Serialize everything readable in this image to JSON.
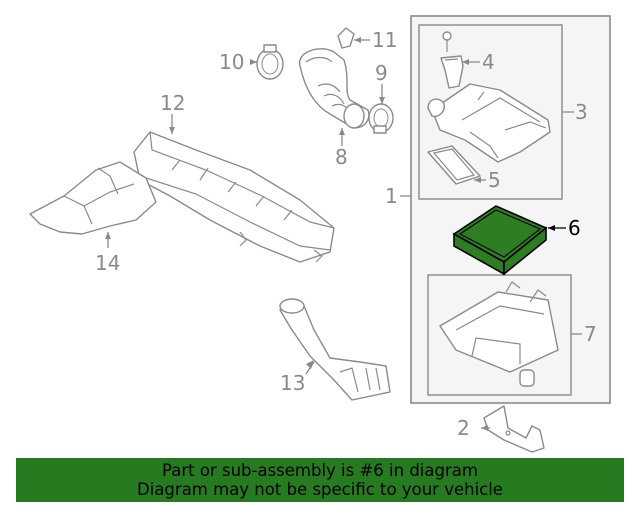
{
  "callouts": [
    "1",
    "2",
    "3",
    "4",
    "5",
    "6",
    "7",
    "8",
    "9",
    "10",
    "11",
    "12",
    "13",
    "14"
  ],
  "highlighted_part": "6",
  "colors": {
    "highlight_fill": "#2e7d23",
    "banner_bg": "#267a1f",
    "line_gray": "#8a8a8a",
    "panel_bg": "#f5f5f5"
  },
  "banner": {
    "line1": "Part or sub-assembly is #6 in diagram",
    "line2": "Diagram may not be specific to your vehicle"
  }
}
